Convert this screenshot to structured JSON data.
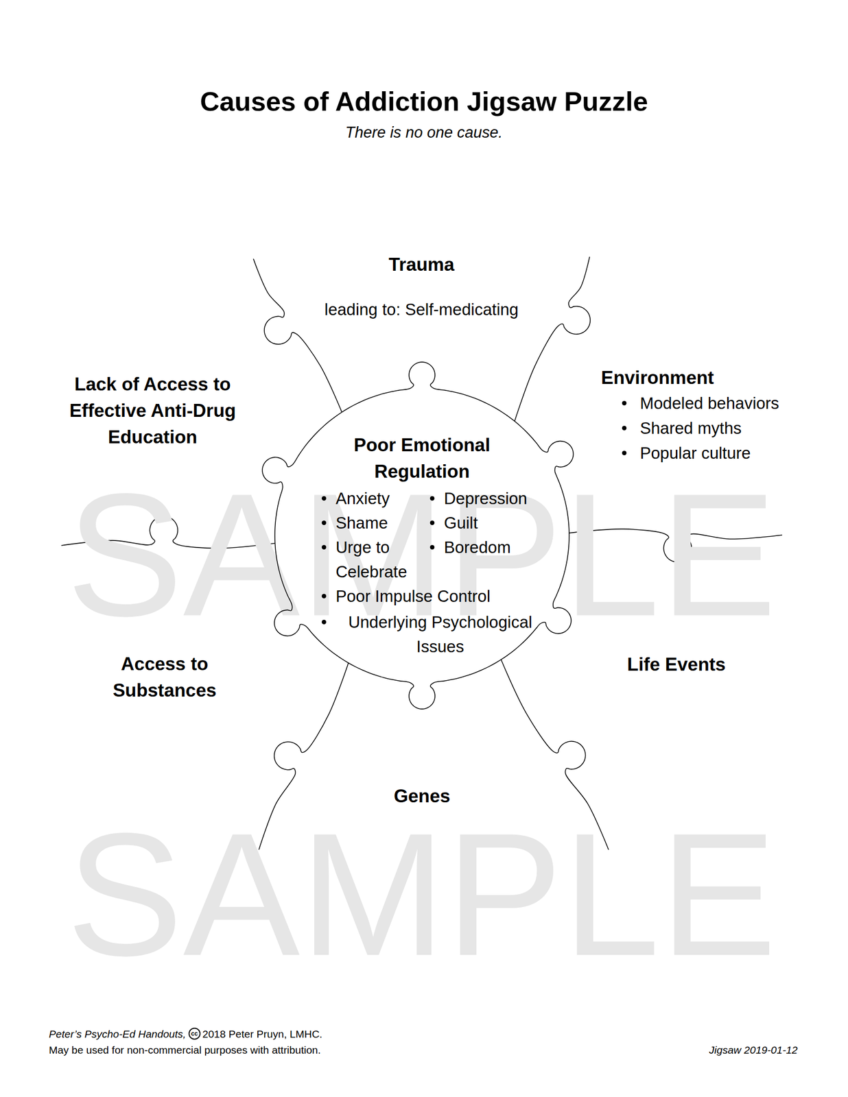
{
  "diagram": {
    "title": "Causes of Addiction Jigsaw Puzzle",
    "nodes": [
      {
        "text": [
          "Trauma",
          "leading to: Self-medicating"
        ]
      },
      {
        "text": [
          "Environment",
          "Modeled behaviors",
          "Shared myths",
          "Popular culture"
        ]
      },
      {
        "text": [
          "Lack of Access to Effective Anti-Drug Education"
        ]
      },
      {
        "text": [
          "Poor Emotional Regulation",
          "Anxiety",
          "Depression",
          "Shame",
          "Guilt",
          "Urge to Celebrate",
          "Boredom",
          "Poor Impulse Control",
          "Underlying Psychological Issues"
        ]
      },
      {
        "text": [
          "Access to Substances"
        ]
      },
      {
        "text": [
          "Life Events"
        ]
      },
      {
        "text": [
          "Genes"
        ]
      }
    ],
    "labels": [
      "There is no one cause.",
      "SAMPLE",
      "SAMPLE",
      "Peter’s Psycho-Ed Handouts,",
      "cc",
      "2018 Peter Pruyn, LMHC.",
      "May be used for non-commercial purposes with attribution.",
      "Jigsaw 2019-01-12"
    ]
  }
}
